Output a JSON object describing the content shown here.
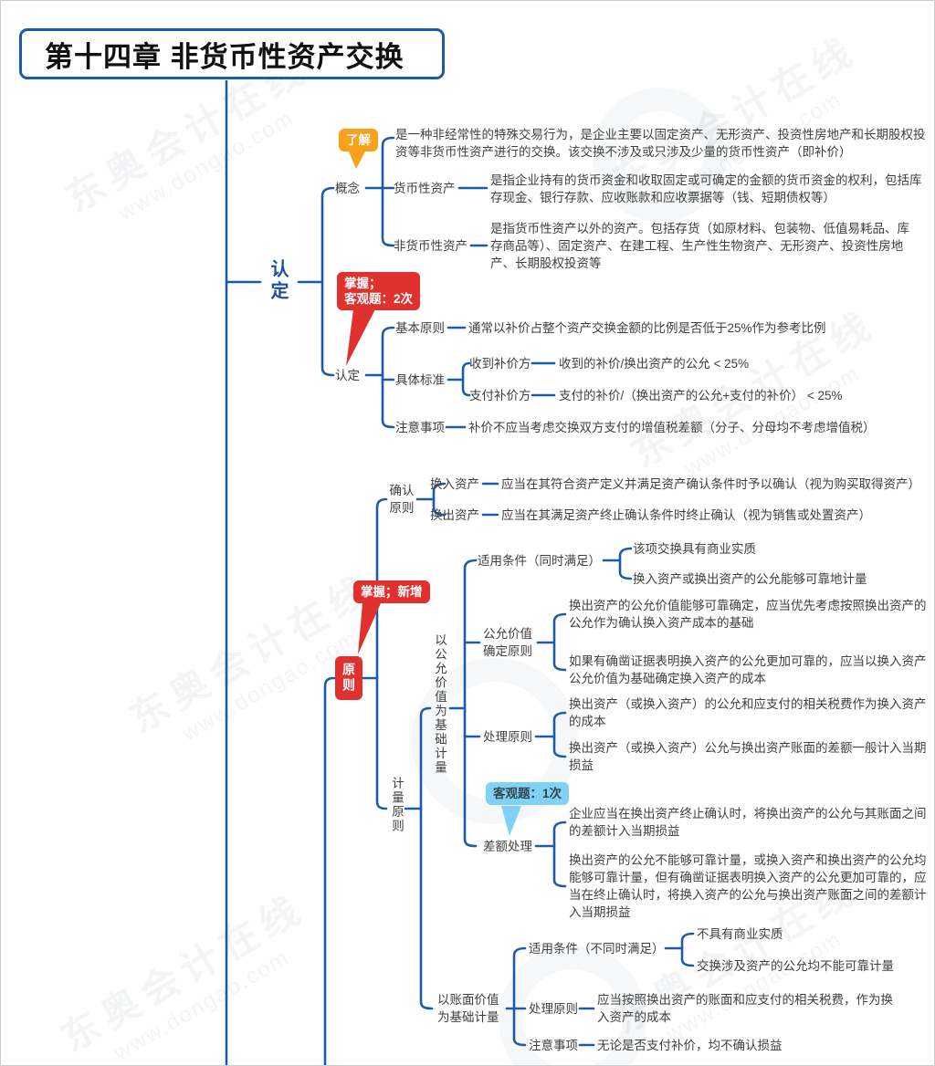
{
  "title": "第十四章 非货币性资产交换",
  "watermark": {
    "brand": "东奥会计在线",
    "url": "www.dongao.com"
  },
  "colors": {
    "line_blue": "#1a5ca7",
    "branch_blue": "#1d4f9e",
    "tag_red": "#e0312f",
    "tag_orange": "#f9a11b",
    "tag_light_blue": "#7fd2f4",
    "text": "#3f3f3f"
  },
  "rending": {
    "label": "认定",
    "concept": {
      "label": "概念",
      "tag": "了解",
      "definition": "是一种非经常性的特殊交易行为，是企业主要以固定资产、无形资产、投资性房地产和长期股权投资等非货币性资产进行的交换。该交换不涉及或只涉及少量的货币性资产（即补价）",
      "monetary": {
        "label": "货币性资产",
        "text": "是指企业持有的货币资金和收取固定或可确定的金额的货币资金的权利，包括库存现金、银行存款、应收账款和应收票据等（钱、短期债权等）"
      },
      "nonmonetary": {
        "label": "非货币性资产",
        "text": "是指货币性资产以外的资产。包括存货（如原材料、包装物、低值易耗品、库存商品等）、固定资产、在建工程、生产性生物资产、无形资产、投资性房地产、长期股权投资等"
      }
    },
    "identify": {
      "label": "认定",
      "tag_line1": "掌握；",
      "tag_line2": "客观题：2次",
      "basic": {
        "label": "基本原则",
        "text": "通常以补价占整个资产交换金额的比例是否低于25%作为参考比例"
      },
      "criteria": {
        "label": "具体标准",
        "receive": {
          "label": "收到补价方",
          "text": "收到的补价/换出资产的公允 < 25%"
        },
        "pay": {
          "label": "支付补价方",
          "text": "支付的补价/（换出资产的公允+支付的补价） < 25%"
        }
      },
      "notes": {
        "label": "注意事项",
        "text": "补价不应当考虑交换双方支付的增值税差额（分子、分母均不考虑增值税）"
      }
    }
  },
  "principle": {
    "label": "原则",
    "tag": "掌握；新增",
    "recognition": {
      "label": "确认原则",
      "asset_in": {
        "label": "换入资产",
        "text": "应当在其符合资产定义并满足资产确认条件时予以确认（视为购买取得资产）"
      },
      "asset_out": {
        "label": "换出资产",
        "text": "应当在其满足资产终止确认条件时终止确认（视为销售或处置资产）"
      }
    },
    "measurement": {
      "label": "计量原则",
      "fair_value": {
        "label": "以公允价值为基础计量",
        "conditions": {
          "label": "适用条件（同时满足）",
          "item1": "该项交换具有商业实质",
          "item2": "换入资产或换出资产的公允能够可靠地计量"
        },
        "fv_determine": {
          "label": "公允价值确定原则",
          "item1": "换出资产的公允价值能够可靠确定，应当优先考虑按照换出资产的公允作为确认换入资产成本的基础",
          "item2": "如果有确凿证据表明换入资产的公允更加可靠的，应当以换入资产公允价值为基础确定换入资产的成本"
        },
        "handling": {
          "label": "处理原则",
          "item1": "换出资产（或换入资产）的公允和应支付的相关税费作为换入资产的成本",
          "item2": "换出资产（或换入资产）公允与换出资产账面的差额一般计入当期损益"
        },
        "difference": {
          "label": "差额处理",
          "tag": "客观题：1次",
          "item1": "企业应当在换出资产终止确认时，将换出资产的公允与其账面之间的差额计入当期损益",
          "item2": "换出资产的公允不能够可靠计量，或换入资产和换出资产的公允均能够可靠计量，但有确凿证据表明换入资产的公允更加可靠的，应当在终止确认时，将换入资产的公允与换出资产账面之间的差额计入当期损益"
        }
      },
      "book_value": {
        "label": "以账面价值为基础计量",
        "conditions": {
          "label": "适用条件（不同时满足）",
          "item1": "不具有商业实质",
          "item2": "交换涉及资产的公允均不能可靠计量"
        },
        "handling": {
          "label": "处理原则",
          "text": "应当按照换出资产的账面和应支付的相关税费，作为换入资产的成本"
        },
        "notes": {
          "label": "注意事项",
          "text": "无论是否支付补价，均不确认损益"
        }
      }
    }
  }
}
